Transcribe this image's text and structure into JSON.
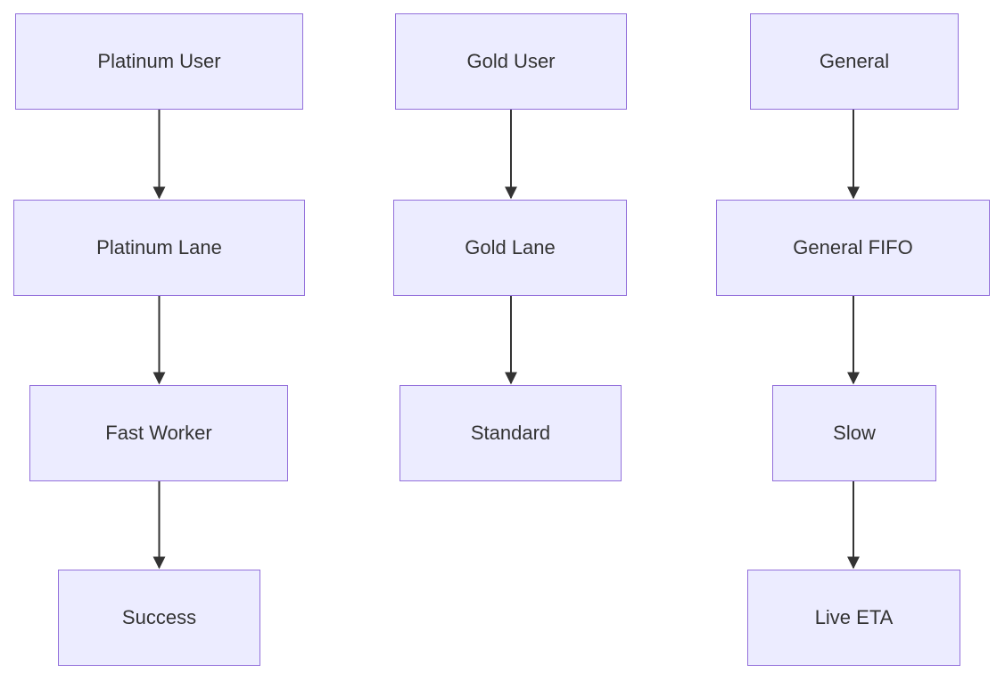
{
  "diagram": {
    "type": "flowchart",
    "direction": "top-down",
    "background_color": "#ffffff",
    "node_fill_color": "#ECECFF",
    "node_border_color": "#9370DB",
    "text_color": "#333333",
    "arrow_color": "#333333",
    "nodes": [
      {
        "id": "platinum-user",
        "label": "Platinum User"
      },
      {
        "id": "platinum-lane",
        "label": "Platinum Lane"
      },
      {
        "id": "fast-worker",
        "label": "Fast Worker"
      },
      {
        "id": "success",
        "label": "Success"
      },
      {
        "id": "gold-user",
        "label": "Gold User"
      },
      {
        "id": "gold-lane",
        "label": "Gold Lane"
      },
      {
        "id": "standard",
        "label": "Standard"
      },
      {
        "id": "general",
        "label": "General"
      },
      {
        "id": "general-fifo",
        "label": "General FIFO"
      },
      {
        "id": "slow",
        "label": "Slow"
      },
      {
        "id": "live-eta",
        "label": "Live ETA"
      }
    ],
    "edges": [
      {
        "from": "Platinum User",
        "to": "Platinum Lane"
      },
      {
        "from": "Platinum Lane",
        "to": "Fast Worker"
      },
      {
        "from": "Fast Worker",
        "to": "Success"
      },
      {
        "from": "Gold User",
        "to": "Gold Lane"
      },
      {
        "from": "Gold Lane",
        "to": "Standard"
      },
      {
        "from": "General",
        "to": "General FIFO"
      },
      {
        "from": "General FIFO",
        "to": "Slow"
      },
      {
        "from": "Slow",
        "to": "Live ETA"
      }
    ]
  }
}
